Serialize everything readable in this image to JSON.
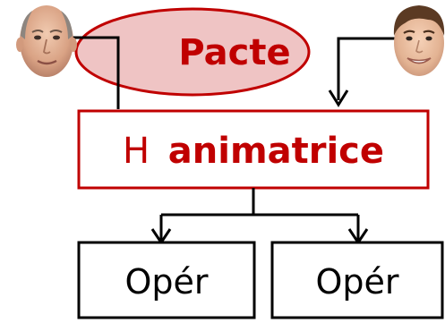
{
  "pact": {
    "label": "Pacte"
  },
  "holding": {
    "prefix": "H",
    "name": "animatrice"
  },
  "operating_companies": [
    {
      "label": "Opér"
    },
    {
      "label": "Opér"
    }
  ],
  "people": [
    {
      "name": "bald-man-face-icon"
    },
    {
      "name": "young-man-face-icon"
    }
  ],
  "colors": {
    "accent": "#c00000",
    "pact_fill": "#efc4c4",
    "line": "#000000",
    "box_fill": "#ffffff"
  }
}
